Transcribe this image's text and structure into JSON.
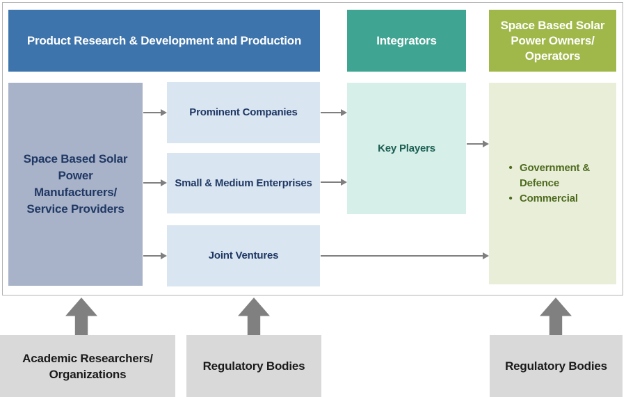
{
  "colors": {
    "rnd_header": "#3e74ac",
    "integrators_header": "#3fa491",
    "owners_header": "#a0b84a",
    "manufacturers_box": "#a8b2c8",
    "company_type_box": "#d9e5f1",
    "key_players_box": "#d6efe8",
    "owners_box": "#e9eed9",
    "supporter_box": "#d9d9d9",
    "connector_arrow": "#7f7f7f",
    "block_arrow": "#808080",
    "navy_text": "#1f3864",
    "teal_text": "#1b5f53",
    "olive_text": "#4e6b1e"
  },
  "ecosystem": {
    "headers": {
      "rnd": "Product Research & Development and Production",
      "integrators": "Integrators",
      "owners_lines": [
        "Space Based Solar",
        "Power Owners/",
        "Operators"
      ]
    },
    "manufacturers": {
      "lines": [
        "Space Based Solar",
        "Power",
        "Manufacturers/",
        "Service Providers"
      ]
    },
    "company_types": [
      "Prominent Companies",
      "Small & Medium Enterprises",
      "Joint Ventures"
    ],
    "key_players": "Key Players",
    "owners": {
      "bullet_glyph": "•",
      "bullets": [
        "Government & Defence",
        "Commercial"
      ]
    },
    "supporters": {
      "academic_lines": [
        "Academic Researchers/",
        "Organizations"
      ],
      "regulatory_left": "Regulatory Bodies",
      "regulatory_right": "Regulatory Bodies"
    }
  }
}
